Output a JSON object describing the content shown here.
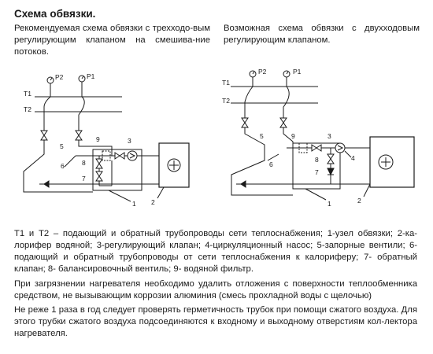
{
  "heading": "Схема обвязки.",
  "left_desc": "Рекомендуемая схема обвязки с трехходо-вым регулирующим клапаном на смешива-ние потоков.",
  "right_desc": "Возможная схема обвязки с двухходовым регулирующим клапаном.",
  "labels": {
    "t1": "T1",
    "t2": "T2",
    "p1": "P1",
    "p2": "P2",
    "n1": "1",
    "n2": "2",
    "n3": "3",
    "n4": "4",
    "n5": "5",
    "n6": "6",
    "n7": "7",
    "n8": "8",
    "n9": "9"
  },
  "legend": "T1 и T2 – подающий и обратный трубопроводы сети теплоснабжения; 1-узел обвязки; 2-ка-лорифер водяной; 3-регулирующий клапан; 4-циркуляционный насос; 5-запорные вентили; 6-подающий и обратный трубопроводы от сети теплоснабжения к калориферу; 7- обратный клапан; 8- балансировочный вентиль; 9- водяной фильтр.",
  "cleaning_note": "При загрязнении нагревателя необходимо удалить отложения с поверхности теплообменника средством, не вызывающим коррозии алюминия (смесь прохладной воды с щелочью)",
  "check_note": "Не реже 1 раза в год следует проверять герметичность трубок при помощи сжатого воздуха. Для этого трубки сжатого воздуха подсоединяются к входному и выходному отверстиям кол-лектора нагревателя."
}
